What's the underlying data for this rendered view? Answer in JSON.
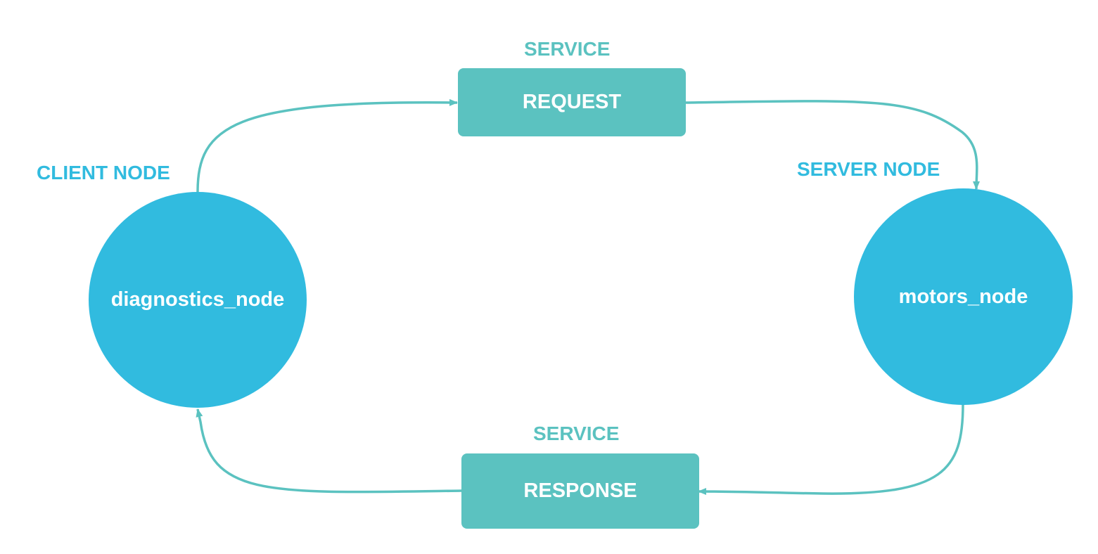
{
  "colors": {
    "teal": "#5bc2c0",
    "blue": "#31bbdf",
    "white": "#ffffff"
  },
  "client": {
    "heading": "CLIENT NODE",
    "node_label": "diagnostics_node"
  },
  "server": {
    "heading": "SERVER NODE",
    "node_label": "motors_node"
  },
  "request": {
    "heading": "SERVICE",
    "box_label": "REQUEST"
  },
  "response": {
    "heading": "SERVICE",
    "box_label": "RESPONSE"
  }
}
